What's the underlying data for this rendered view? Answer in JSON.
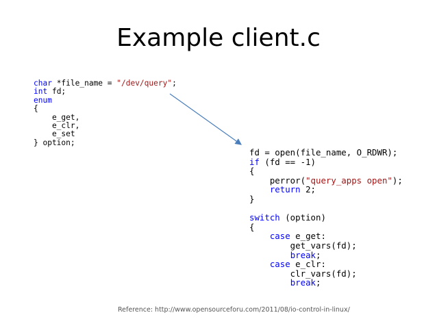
{
  "slide": {
    "title": "Example client.c",
    "reference": "Reference: http://www.opensourceforu.com/2011/08/io-control-in-linux/"
  },
  "code_left": [
    [
      {
        "t": "char",
        "k": "kw"
      },
      {
        "t": " *file_name = ",
        "k": "plain"
      },
      {
        "t": "\"/dev/query\"",
        "k": "str"
      },
      {
        "t": ";",
        "k": "plain"
      }
    ],
    [
      {
        "t": "int",
        "k": "kw"
      },
      {
        "t": " fd;",
        "k": "plain"
      }
    ],
    [
      {
        "t": "enum",
        "k": "kw"
      }
    ],
    [
      {
        "t": "{",
        "k": "plain"
      }
    ],
    [
      {
        "t": "    e_get,",
        "k": "plain"
      }
    ],
    [
      {
        "t": "    e_clr,",
        "k": "plain"
      }
    ],
    [
      {
        "t": "    e_set",
        "k": "plain"
      }
    ],
    [
      {
        "t": "} option;",
        "k": "plain"
      }
    ]
  ],
  "code_right": [
    [
      {
        "t": "fd = open(file_name, O_RDWR);",
        "k": "plain"
      }
    ],
    [
      {
        "t": "if",
        "k": "kw"
      },
      {
        "t": " (fd == -1)",
        "k": "plain"
      }
    ],
    [
      {
        "t": "{",
        "k": "plain"
      }
    ],
    [
      {
        "t": "    perror(",
        "k": "plain"
      },
      {
        "t": "\"query_apps open\"",
        "k": "str"
      },
      {
        "t": ");",
        "k": "plain"
      }
    ],
    [
      {
        "t": "    ",
        "k": "plain"
      },
      {
        "t": "return",
        "k": "kw"
      },
      {
        "t": " 2;",
        "k": "plain"
      }
    ],
    [
      {
        "t": "}",
        "k": "plain"
      }
    ],
    [
      {
        "t": "",
        "k": "plain"
      }
    ],
    [
      {
        "t": "switch",
        "k": "kw"
      },
      {
        "t": " (option)",
        "k": "plain"
      }
    ],
    [
      {
        "t": "{",
        "k": "plain"
      }
    ],
    [
      {
        "t": "    ",
        "k": "plain"
      },
      {
        "t": "case",
        "k": "kw"
      },
      {
        "t": " e_get:",
        "k": "plain"
      }
    ],
    [
      {
        "t": "        get_vars(fd);",
        "k": "plain"
      }
    ],
    [
      {
        "t": "        ",
        "k": "plain"
      },
      {
        "t": "break",
        "k": "kw"
      },
      {
        "t": ";",
        "k": "plain"
      }
    ],
    [
      {
        "t": "    ",
        "k": "plain"
      },
      {
        "t": "case",
        "k": "kw"
      },
      {
        "t": " e_clr:",
        "k": "plain"
      }
    ],
    [
      {
        "t": "        clr_vars(fd);",
        "k": "plain"
      }
    ],
    [
      {
        "t": "        ",
        "k": "plain"
      },
      {
        "t": "break",
        "k": "kw"
      },
      {
        "t": ";",
        "k": "plain"
      }
    ]
  ],
  "colors": {
    "keyword": "#0000ff",
    "string": "#a31515",
    "plain": "#000000",
    "arrow": "#4a7ebb",
    "reference_text": "#555555"
  },
  "icons": {
    "connector": "arrow-icon"
  }
}
